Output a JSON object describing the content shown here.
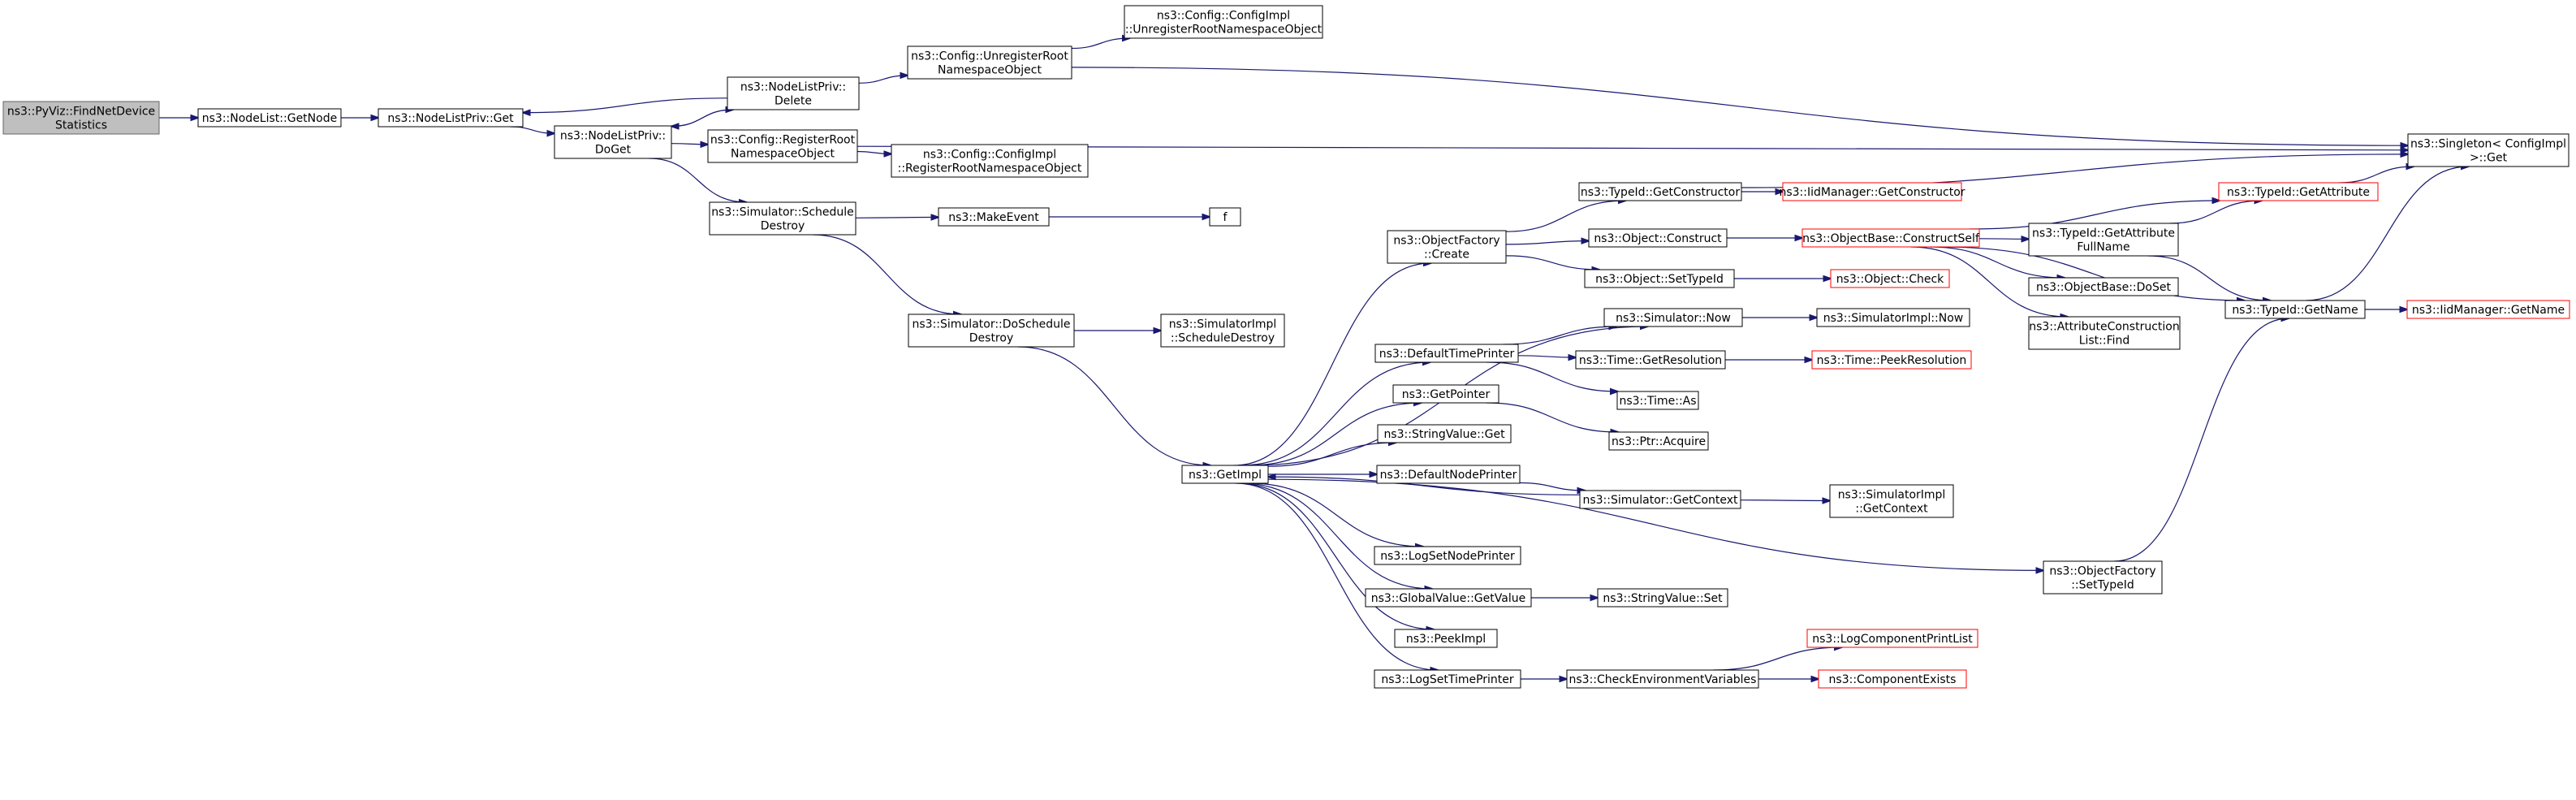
{
  "colors": {
    "edge": "#191970",
    "root_fill": "#bfbfbf",
    "red_border": "#ff0000",
    "black_border": "#000000"
  },
  "nodes": [
    {
      "id": "pyviz",
      "lines": [
        "ns3::PyViz::FindNetDevice",
        "Statistics"
      ],
      "style": "root"
    },
    {
      "id": "nodelist_getnode",
      "lines": [
        "ns3::NodeList::GetNode"
      ]
    },
    {
      "id": "nlp_get",
      "lines": [
        "ns3::NodeListPriv::Get"
      ]
    },
    {
      "id": "nlp_delete",
      "lines": [
        "ns3::NodeListPriv::",
        "Delete"
      ]
    },
    {
      "id": "nlp_doget",
      "lines": [
        "ns3::NodeListPriv::",
        "DoGet"
      ]
    },
    {
      "id": "cfg_unreg",
      "lines": [
        "ns3::Config::UnregisterRoot",
        "NamespaceObject"
      ]
    },
    {
      "id": "cfgimpl_unreg",
      "lines": [
        "ns3::Config::ConfigImpl",
        "::UnregisterRootNamespaceObject"
      ]
    },
    {
      "id": "cfg_reg",
      "lines": [
        "ns3::Config::RegisterRoot",
        "NamespaceObject"
      ]
    },
    {
      "id": "cfgimpl_reg",
      "lines": [
        "ns3::Config::ConfigImpl",
        "::RegisterRootNamespaceObject"
      ]
    },
    {
      "id": "sim_sched",
      "lines": [
        "ns3::Simulator::Schedule",
        "Destroy"
      ]
    },
    {
      "id": "makeevent",
      "lines": [
        "ns3::MakeEvent"
      ]
    },
    {
      "id": "f",
      "lines": [
        "f"
      ]
    },
    {
      "id": "sim_dosched",
      "lines": [
        "ns3::Simulator::DoSchedule",
        "Destroy"
      ]
    },
    {
      "id": "simimpl_sched",
      "lines": [
        "ns3::SimulatorImpl",
        "::ScheduleDestroy"
      ]
    },
    {
      "id": "getimpl",
      "lines": [
        "ns3::GetImpl"
      ]
    },
    {
      "id": "objfactory_create",
      "lines": [
        "ns3::ObjectFactory",
        "::Create"
      ]
    },
    {
      "id": "typeid_getctor",
      "lines": [
        "ns3::TypeId::GetConstructor"
      ]
    },
    {
      "id": "iidmgr_getctor",
      "lines": [
        "ns3::IidManager::GetConstructor"
      ],
      "style": "red"
    },
    {
      "id": "obj_construct",
      "lines": [
        "ns3::Object::Construct"
      ]
    },
    {
      "id": "objbase_constructself",
      "lines": [
        "ns3::ObjectBase::ConstructSelf"
      ],
      "style": "red"
    },
    {
      "id": "obj_settypeid",
      "lines": [
        "ns3::Object::SetTypeId"
      ]
    },
    {
      "id": "obj_check",
      "lines": [
        "ns3::Object::Check"
      ],
      "style": "red"
    },
    {
      "id": "singleton",
      "lines": [
        "ns3::Singleton< ConfigImpl",
        " >::Get"
      ]
    },
    {
      "id": "typeid_getattr",
      "lines": [
        "ns3::TypeId::GetAttribute"
      ],
      "style": "red"
    },
    {
      "id": "typeid_getattrfull",
      "lines": [
        "ns3::TypeId::GetAttribute",
        "FullName"
      ]
    },
    {
      "id": "objbase_doset",
      "lines": [
        "ns3::ObjectBase::DoSet"
      ]
    },
    {
      "id": "attrconst_find",
      "lines": [
        "ns3::AttributeConstruction",
        "List::Find"
      ]
    },
    {
      "id": "typeid_getname",
      "lines": [
        "ns3::TypeId::GetName"
      ]
    },
    {
      "id": "iidmgr_getname",
      "lines": [
        "ns3::IidManager::GetName"
      ],
      "style": "red"
    },
    {
      "id": "sim_now",
      "lines": [
        "ns3::Simulator::Now"
      ]
    },
    {
      "id": "simimpl_now",
      "lines": [
        "ns3::SimulatorImpl::Now"
      ]
    },
    {
      "id": "defaulttimeprinter",
      "lines": [
        "ns3::DefaultTimePrinter"
      ]
    },
    {
      "id": "time_getres",
      "lines": [
        "ns3::Time::GetResolution"
      ]
    },
    {
      "id": "time_peekres",
      "lines": [
        "ns3::Time::PeekResolution"
      ],
      "style": "red"
    },
    {
      "id": "time_as",
      "lines": [
        "ns3::Time::As"
      ]
    },
    {
      "id": "getpointer",
      "lines": [
        "ns3::GetPointer"
      ]
    },
    {
      "id": "ptr_acquire",
      "lines": [
        "ns3::Ptr::Acquire"
      ]
    },
    {
      "id": "stringvalue_get",
      "lines": [
        "ns3::StringValue::Get"
      ]
    },
    {
      "id": "defaultnodeprinter",
      "lines": [
        "ns3::DefaultNodePrinter"
      ]
    },
    {
      "id": "sim_getcontext",
      "lines": [
        "ns3::Simulator::GetContext"
      ]
    },
    {
      "id": "simimpl_getcontext",
      "lines": [
        "ns3::SimulatorImpl",
        "::GetContext"
      ]
    },
    {
      "id": "logsetnodeprinter",
      "lines": [
        "ns3::LogSetNodePrinter"
      ]
    },
    {
      "id": "globalvalue_getvalue",
      "lines": [
        "ns3::GlobalValue::GetValue"
      ]
    },
    {
      "id": "stringvalue_set",
      "lines": [
        "ns3::StringValue::Set"
      ]
    },
    {
      "id": "peekimpl",
      "lines": [
        "ns3::PeekImpl"
      ]
    },
    {
      "id": "logsettimeprinter",
      "lines": [
        "ns3::LogSetTimePrinter"
      ]
    },
    {
      "id": "checkenv",
      "lines": [
        "ns3::CheckEnvironmentVariables"
      ]
    },
    {
      "id": "logcompprintlist",
      "lines": [
        "ns3::LogComponentPrintList"
      ],
      "style": "red"
    },
    {
      "id": "compexists",
      "lines": [
        "ns3::ComponentExists"
      ],
      "style": "red"
    },
    {
      "id": "objfactory_settypeid",
      "lines": [
        "ns3::ObjectFactory",
        "::SetTypeId"
      ]
    }
  ],
  "edges": [
    [
      "pyviz",
      "nodelist_getnode"
    ],
    [
      "nodelist_getnode",
      "nlp_get"
    ],
    [
      "nlp_get",
      "nlp_doget"
    ],
    [
      "nlp_delete",
      "nlp_get"
    ],
    [
      "nlp_doget",
      "nlp_delete"
    ],
    [
      "nlp_delete",
      "nlp_doget"
    ],
    [
      "nlp_delete",
      "cfg_unreg"
    ],
    [
      "cfg_unreg",
      "cfgimpl_unreg"
    ],
    [
      "cfg_unreg",
      "singleton"
    ],
    [
      "nlp_doget",
      "cfg_reg"
    ],
    [
      "cfg_reg",
      "cfgimpl_reg"
    ],
    [
      "cfg_reg",
      "singleton"
    ],
    [
      "nlp_doget",
      "sim_sched"
    ],
    [
      "sim_sched",
      "makeevent"
    ],
    [
      "makeevent",
      "f"
    ],
    [
      "sim_sched",
      "sim_dosched"
    ],
    [
      "sim_dosched",
      "simimpl_sched"
    ],
    [
      "sim_dosched",
      "getimpl"
    ],
    [
      "getimpl",
      "objfactory_create"
    ],
    [
      "getimpl",
      "sim_now"
    ],
    [
      "getimpl",
      "defaulttimeprinter"
    ],
    [
      "getimpl",
      "getpointer"
    ],
    [
      "getimpl",
      "stringvalue_get"
    ],
    [
      "getimpl",
      "defaultnodeprinter"
    ],
    [
      "getimpl",
      "logsetnodeprinter"
    ],
    [
      "getimpl",
      "globalvalue_getvalue"
    ],
    [
      "getimpl",
      "peekimpl"
    ],
    [
      "getimpl",
      "logsettimeprinter"
    ],
    [
      "getimpl",
      "objfactory_settypeid"
    ],
    [
      "objfactory_create",
      "typeid_getctor"
    ],
    [
      "objfactory_create",
      "obj_construct"
    ],
    [
      "objfactory_create",
      "obj_settypeid"
    ],
    [
      "typeid_getctor",
      "iidmgr_getctor"
    ],
    [
      "typeid_getctor",
      "singleton"
    ],
    [
      "obj_construct",
      "objbase_constructself"
    ],
    [
      "obj_settypeid",
      "obj_check"
    ],
    [
      "objbase_constructself",
      "typeid_getattr"
    ],
    [
      "objbase_constructself",
      "typeid_getattrfull"
    ],
    [
      "objbase_constructself",
      "objbase_doset"
    ],
    [
      "objbase_constructself",
      "attrconst_find"
    ],
    [
      "objbase_constructself",
      "typeid_getname"
    ],
    [
      "typeid_getattr",
      "singleton"
    ],
    [
      "typeid_getattrfull",
      "typeid_getattr"
    ],
    [
      "typeid_getattrfull",
      "typeid_getname"
    ],
    [
      "typeid_getname",
      "singleton"
    ],
    [
      "typeid_getname",
      "iidmgr_getname"
    ],
    [
      "sim_now",
      "simimpl_now"
    ],
    [
      "defaulttimeprinter",
      "sim_now"
    ],
    [
      "defaulttimeprinter",
      "time_getres"
    ],
    [
      "defaulttimeprinter",
      "time_as"
    ],
    [
      "time_getres",
      "time_peekres"
    ],
    [
      "getpointer",
      "ptr_acquire"
    ],
    [
      "defaultnodeprinter",
      "sim_getcontext"
    ],
    [
      "sim_getcontext",
      "simimpl_getcontext"
    ],
    [
      "sim_getcontext",
      "getimpl"
    ],
    [
      "globalvalue_getvalue",
      "stringvalue_set"
    ],
    [
      "logsettimeprinter",
      "checkenv"
    ],
    [
      "checkenv",
      "logcompprintlist"
    ],
    [
      "checkenv",
      "compexists"
    ],
    [
      "objfactory_settypeid",
      "typeid_getname"
    ]
  ]
}
